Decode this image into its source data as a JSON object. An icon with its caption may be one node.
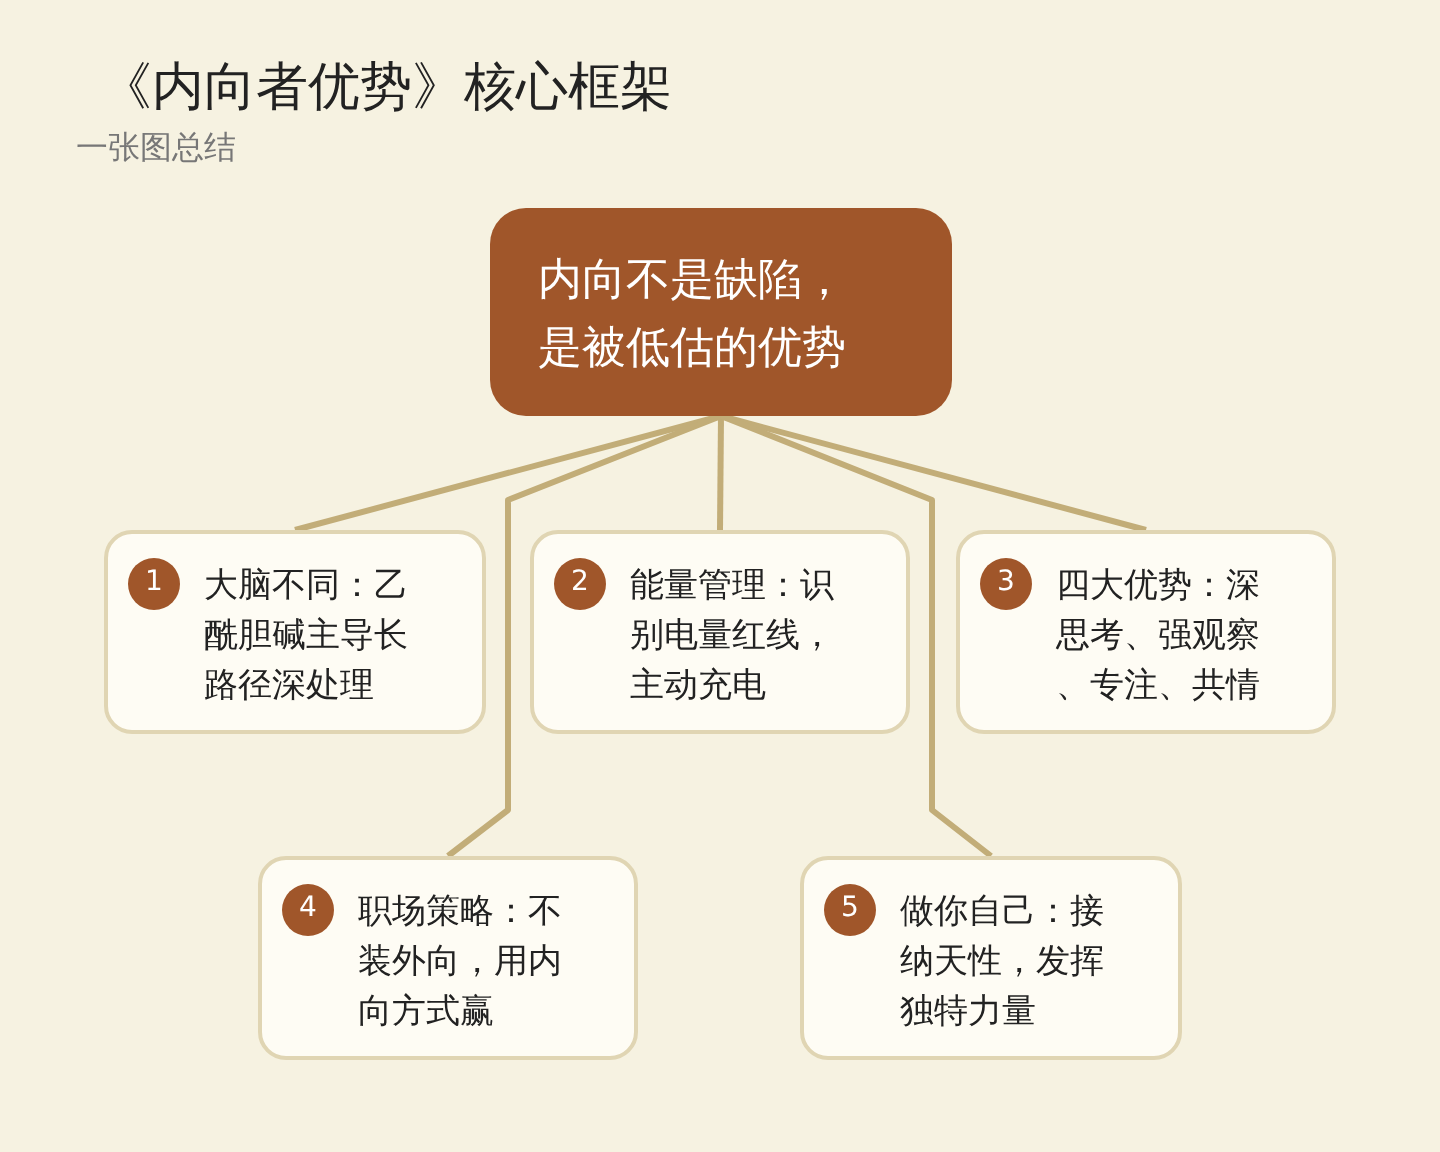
{
  "diagram": {
    "title": "《内向者优势》核心框架",
    "nodes": [
      {
        "text": [
          "内向不是缺陷，是被低估的优势"
        ]
      },
      {
        "text": [
          "1",
          "大脑不同：乙酰胆碱主导长路径深处理"
        ]
      },
      {
        "text": [
          "2",
          "能量管理：识别电量红线，主动充电"
        ]
      },
      {
        "text": [
          "3",
          "四大优势：深思考、强观察、专注、共情"
        ]
      },
      {
        "text": [
          "4",
          "职场策略：不装外向，用内向方式赢"
        ]
      },
      {
        "text": [
          "5",
          "做你自己：接纳天性，发挥独特力量"
        ]
      }
    ],
    "edges": [
      {
        "from": 0,
        "to": 1,
        "arrow": "none"
      },
      {
        "from": 0,
        "to": 2,
        "arrow": "none"
      },
      {
        "from": 0,
        "to": 3,
        "arrow": "none"
      },
      {
        "from": 0,
        "to": 4,
        "arrow": "none"
      },
      {
        "from": 0,
        "to": 5,
        "arrow": "none"
      }
    ],
    "labels": [
      "一张图总结"
    ]
  }
}
